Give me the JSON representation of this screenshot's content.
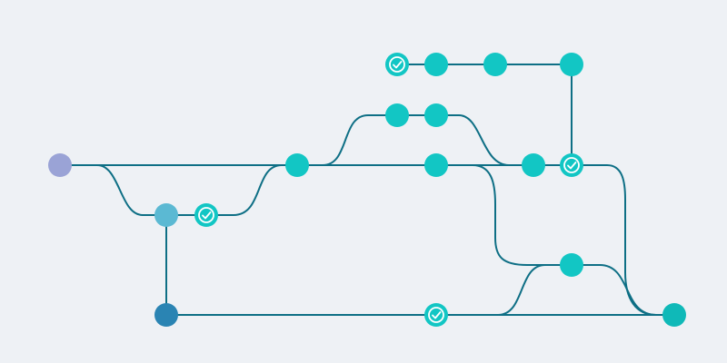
{
  "diagram": {
    "type": "branch-merge-graph",
    "edge_color": "#0e6f85",
    "background_color": "#eef1f5",
    "node_colors": {
      "start": "#9aa3d6",
      "branch": "#5bb9d3",
      "base": "#2a84b3",
      "commit": "#12c6c4",
      "end": "#0fb9b8"
    },
    "check_icon": "check-circle-icon",
    "nodes": [
      {
        "id": "start",
        "role": "start",
        "checked": false
      },
      {
        "id": "branch-a",
        "role": "branch",
        "checked": false
      },
      {
        "id": "branch-a-check",
        "role": "commit",
        "checked": true
      },
      {
        "id": "base",
        "role": "base",
        "checked": false
      },
      {
        "id": "merge-1",
        "role": "commit",
        "checked": false
      },
      {
        "id": "upper-1",
        "role": "commit",
        "checked": false
      },
      {
        "id": "upper-2",
        "role": "commit",
        "checked": false
      },
      {
        "id": "main-2",
        "role": "commit",
        "checked": false
      },
      {
        "id": "main-3",
        "role": "commit",
        "checked": false
      },
      {
        "id": "main-check",
        "role": "commit",
        "checked": true
      },
      {
        "id": "top-check",
        "role": "commit",
        "checked": true
      },
      {
        "id": "top-2",
        "role": "commit",
        "checked": false
      },
      {
        "id": "top-3",
        "role": "commit",
        "checked": false
      },
      {
        "id": "top-4",
        "role": "commit",
        "checked": false
      },
      {
        "id": "lower-merge",
        "role": "commit",
        "checked": false
      },
      {
        "id": "bottom-check",
        "role": "commit",
        "checked": true
      },
      {
        "id": "end",
        "role": "end",
        "checked": false
      }
    ]
  }
}
